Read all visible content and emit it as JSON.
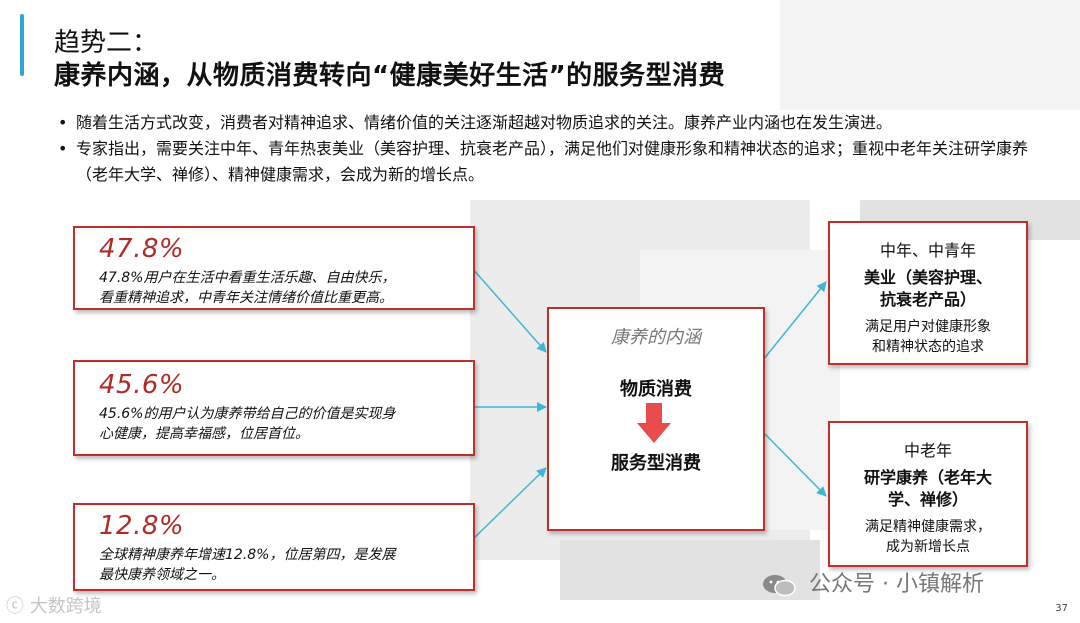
{
  "header": {
    "line1": "趋势二：",
    "line2": "康养内涵，从物质消费转向“健康美好生活”的服务型消费"
  },
  "bullets": [
    "随着生活方式改变，消费者对精神追求、情绪价值的关注逐渐超越对物质追求的关注。康养产业内涵也在发生演进。",
    "专家指出，需要关注中年、青年热衷美业（美容护理、抗衰老产品），满足他们对健康形象和精神状态的追求；重视中老年关注研学康养（老年大学、禅修）、精神健康需求，会成为新的增长点。"
  ],
  "stats": [
    {
      "percent": "47.8%",
      "line1": "47.8%用户在生活中看重生活乐趣、自由快乐，",
      "line2": "看重精神追求，中青年关注情绪价值比重更高。"
    },
    {
      "percent": "45.6%",
      "line1": "45.6%的用户认为康养带给自己的价值是实现身",
      "line2": "心健康，提高幸福感，位居首位。"
    },
    {
      "percent": "12.8%",
      "line1": "全球精神康养年增速12.8%，位居第四，是发展",
      "line2": "最快康养领域之一。"
    }
  ],
  "center": {
    "title": "康养的内涵",
    "from": "物质消费",
    "to": "服务型消费"
  },
  "right_boxes": [
    {
      "age": "中年、中青年",
      "main_l1": "美业（美容护理、",
      "main_l2": "抗衰老产品）",
      "desc_l1": "满足用户对健康形象",
      "desc_l2": "和精神状态的追求"
    },
    {
      "age": "中老年",
      "main_l1": "研学康养（老年大",
      "main_l2": "学、禅修）",
      "desc_l1": "满足精神健康需求，",
      "desc_l2": "成为新增长点"
    }
  ],
  "watermarks": {
    "left": "大数跨境",
    "right": "公众号 · 小镇解析"
  },
  "page_number": "37",
  "colors": {
    "accent": "#2ea7d6",
    "border_red": "#c0302a",
    "percent_red": "#b02a26",
    "arrow_red": "#e84c4c",
    "connector_blue": "#3fb6d9"
  }
}
